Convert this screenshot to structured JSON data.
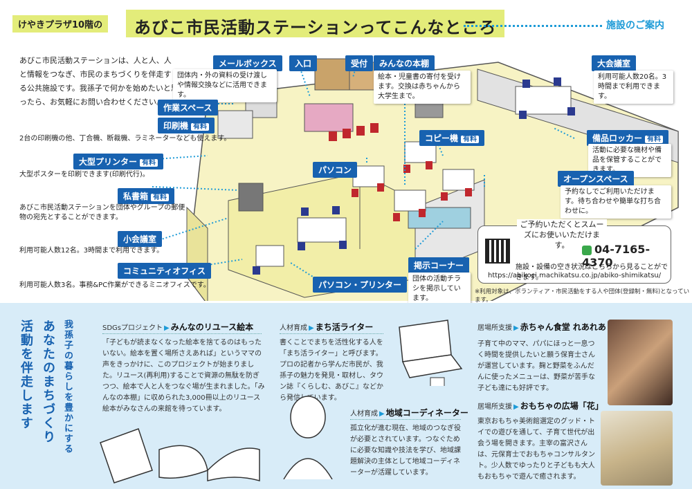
{
  "header": {
    "tag": "けやきプラザ10階の",
    "title": "あびこ市民活動ステーションってこんなところ",
    "guide": "施設のご案内"
  },
  "intro": "あびこ市民活動ステーションは、人と人、人と情報をつなぎ、市民のまちづくりを伴走する公共施設です。我孫子で何かを始めたいと思ったら、お気軽にお問い合わせください。",
  "labels": {
    "mailbox": "メールボックス",
    "mailbox_desc": "団体内・外の資料の受け渡しや情報交換などに活用できます。",
    "entrance": "入口",
    "reception": "受付",
    "shelf": "みんなの本棚",
    "shelf_desc": "絵本・児童書の寄付を受けます。交換は赤ちゃんから大学生まで。",
    "big_hall": "大会議室",
    "big_hall_desc": "利用可能人数20名。3時間まで利用できます。",
    "workspace": "作業スペース",
    "printer": "印刷機",
    "paid": "有料",
    "printer_desc": "2台の印刷機の他、丁合機、断裁機、ラミネーターなども使えます。",
    "copy": "コピー機",
    "locker": "備品ロッカー",
    "locker_desc": "活動に必要な機材や備品を保管することができます。",
    "large_printer": "大型プリンター",
    "large_printer_desc": "大型ポスターを印刷できます(印刷代行)。",
    "pc": "パソコン",
    "open_space": "オープンスペース",
    "open_space_desc": "予約なしでご利用いただけます。待ち合わせや簡単な打ち合わせに。",
    "pobox": "私書箱",
    "pobox_desc": "あびこ市民活動ステーションを団体やグループの郵便物の宛先とすることができます。",
    "small_hall": "小会議室",
    "small_hall_desc": "利用可能人数12名。3時間まで利用できます。",
    "community_office": "コミュニティオフィス",
    "community_office_desc": "利用可能人数3名。事務&PC作業ができるミニオフィスです。",
    "notice": "掲示コーナー",
    "notice_desc": "団体の活動チラシを掲示しています。",
    "pc_printer": "パソコン・プリンター"
  },
  "reservation": {
    "lead": "ご予約いただくとスムーズにお使いいただけます。",
    "tel": "04-7165-4370",
    "note": "施設・設備の空き状況はこちらから見ることができます。",
    "url": "https://abikoci.machikatsu.co.jp/abiko-shimikatsu/",
    "footnote": "※利用対象は、ボランティア・市民活動をする人や団体(登録制・無料)となっています。"
  },
  "slogan": {
    "line1": "我孫子の暮らしを豊かにする",
    "line2": "あなたのまちづくり",
    "line3": "活動を伴走します"
  },
  "cards": {
    "sdgs_cat": "SDGsプロジェクト",
    "sdgs_title": "みんなのリユース絵本",
    "sdgs_text": "「子どもが読まなくなった絵本を捨てるのはもったいない。絵本を置く場所さえあれば」というママの声をきっかけに、このプロジェクトが始まりました。リユース(再利用)することで資源の無駄を防ぎつつ、絵本で人と人をつなぐ場が生まれました。「みんなの本棚」に収められた3,000冊以上のリユース絵本がみなさんの来館を待っています。",
    "writer_cat": "人材育成",
    "writer_title": "まち活ライター",
    "writer_text": "書くことでまちを活性化する人を「まち活ライター」と呼びます。プロの記者から学んだ市民が、我孫子の魅力を発見・取材し、タウン誌『くらしむ、あびこ』などから発信しています。",
    "coord_cat": "人材育成",
    "coord_title": "地域コーディネーター",
    "coord_text": "孤立化が進む現在、地域のつなぎ役が必要とされています。つなぐために必要な知識や技法を学び、地域課題解決の主体として地域コーディネーターが活躍しています。",
    "baby_cat": "居場所支援",
    "baby_title": "赤ちゃん食堂 れあれあ",
    "baby_text": "子育て中のママ、パパにほっと一息つく時間を提供したいと願う保育士さんが運営しています。麹と野菜をふんだんに使ったメニューは、野菜が苦手な子ども達にも好評です。",
    "toy_cat": "居場所支援",
    "toy_title": "おもちゃの広場「花」",
    "toy_text": "東京おもちゃ美術館選定のグッド・トイでの遊びを通して、子育て世代が出会う場を開きます。主宰の富沢さんは、元保育士でおもちゃコンサルタント。少人数でゆったりと子どもも大人もおもちゃで遊んで癒されます。"
  },
  "colors": {
    "accent_blue": "#1862b0",
    "light_blue": "#1e9bd7",
    "yellow": "#e3ec7a",
    "bg_blue": "#d8ecf8",
    "floor_yellow": "#f2f0a8"
  }
}
